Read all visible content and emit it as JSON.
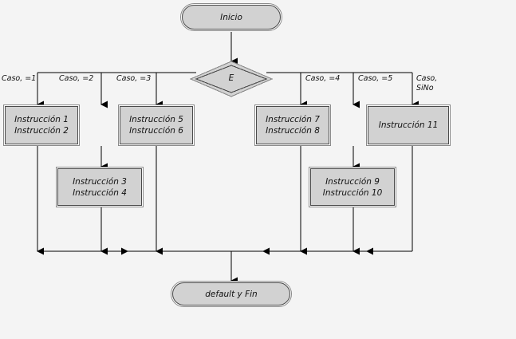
{
  "diagram": {
    "type": "flowchart",
    "language": "es",
    "background_color": "#f4f4f4",
    "node_fill_color": "#d2d2d2",
    "line_color": "#000000",
    "start": {
      "label": "Inicio",
      "shape": "terminal"
    },
    "decision": {
      "label": "E",
      "shape": "diamond"
    },
    "end": {
      "label": "default y Fin",
      "shape": "terminal"
    },
    "branch_labels": [
      {
        "id": "caso1",
        "text": "Caso, =1"
      },
      {
        "id": "caso2",
        "text": "Caso, =2"
      },
      {
        "id": "caso3",
        "text": "Caso, =3"
      },
      {
        "id": "caso4",
        "text": "Caso, =4"
      },
      {
        "id": "caso5",
        "text": "Caso, =5"
      },
      {
        "id": "casoSiNo",
        "text": "Caso,\nSiNo"
      }
    ],
    "process_nodes": [
      {
        "id": "p12",
        "lines": [
          "Instrucción 1",
          "Instrucción 2"
        ]
      },
      {
        "id": "p56",
        "lines": [
          "Instrucción 5",
          "Instrucción 6"
        ]
      },
      {
        "id": "p78",
        "lines": [
          "Instrucción 7",
          "Instrucción 8"
        ]
      },
      {
        "id": "p11",
        "lines": [
          "Instrucción 11"
        ]
      },
      {
        "id": "p34",
        "lines": [
          "Instrucción 3",
          "Instrucción 4"
        ]
      },
      {
        "id": "p910",
        "lines": [
          "Instrucción 9",
          "Instrucción 10"
        ]
      }
    ]
  }
}
